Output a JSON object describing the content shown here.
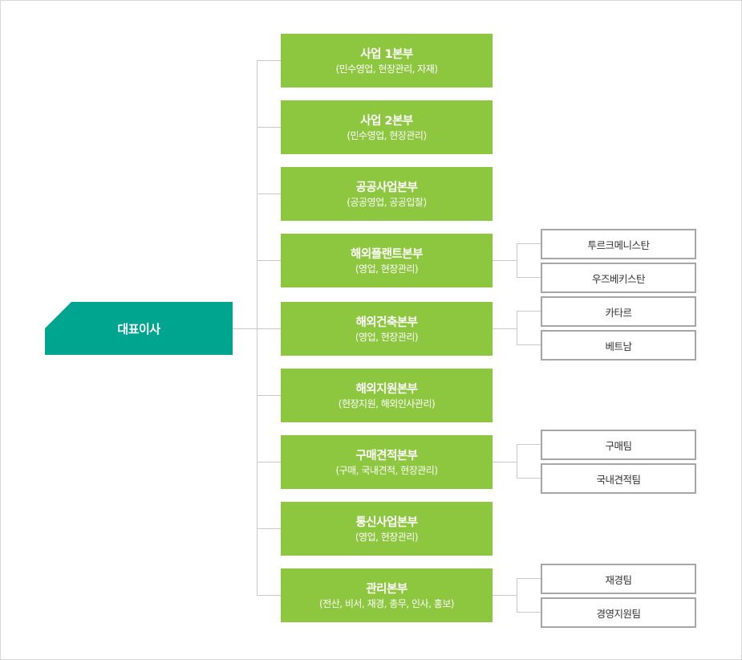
{
  "ceo": {
    "label": "대표이사"
  },
  "departments": [
    {
      "name": "사업 1본부",
      "sub": "(민수영업, 현장관리, 자재)"
    },
    {
      "name": "사업 2본부",
      "sub": "(민수영업, 현장관리)"
    },
    {
      "name": "공공사업본부",
      "sub": "(공공영업, 공공입찰)"
    },
    {
      "name": "해외플랜트본부",
      "sub": "(영업, 현장관리)"
    },
    {
      "name": "해외건축본부",
      "sub": "(영업, 현장관리)"
    },
    {
      "name": "해외지원본부",
      "sub": "(현장지원, 해외인사관리)"
    },
    {
      "name": "구매견적본부",
      "sub": "(구매, 국내견적, 현장관리)"
    },
    {
      "name": "통신사업본부",
      "sub": "(영업, 현장관리)"
    },
    {
      "name": "관리본부",
      "sub": "(전산, 비서, 재경, 총무, 인사, 홍보)"
    }
  ],
  "teams": {
    "d3": [
      "투르크메니스탄",
      "우즈베키스탄"
    ],
    "d4": [
      "카타르",
      "베트남"
    ],
    "d6": [
      "구매팀",
      "국내견적팀"
    ],
    "d8": [
      "재경팀",
      "경영지원팀"
    ]
  },
  "colors": {
    "ceo": "#00a58f",
    "department": "#8dc63f",
    "team_border": "#a6a6a6",
    "connector": "#c9c9c9"
  }
}
